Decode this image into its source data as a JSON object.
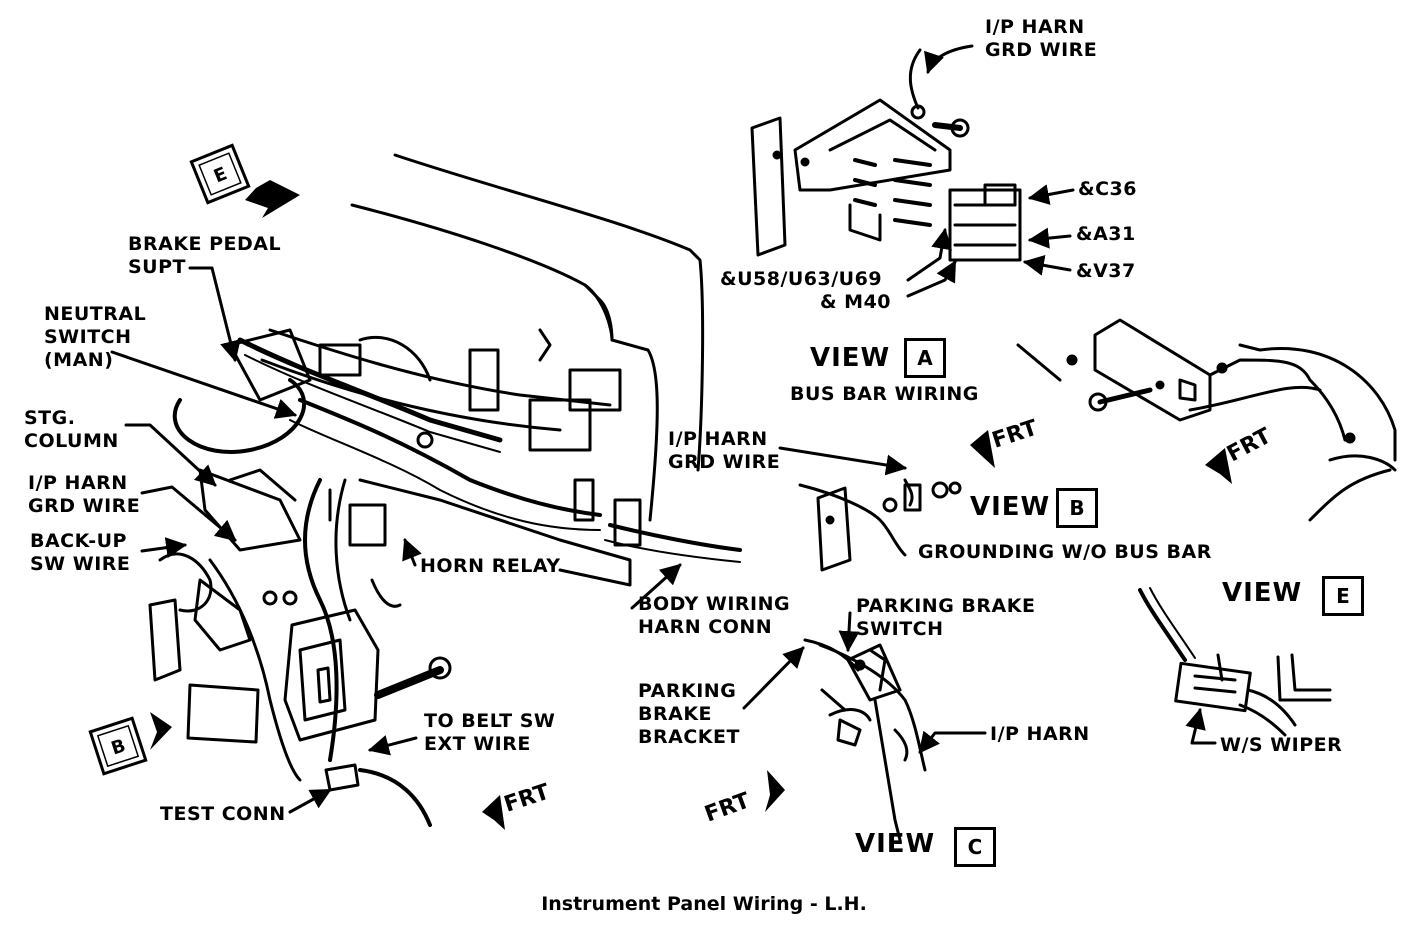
{
  "caption": "Instrument Panel Wiring - L.H.",
  "views": {
    "a": {
      "label": "VIEW",
      "letter": "A",
      "subtitle": "BUS BAR WIRING"
    },
    "b": {
      "label": "VIEW",
      "letter": "B",
      "subtitle": "GROUNDING W/O BUS BAR"
    },
    "c": {
      "label": "VIEW",
      "letter": "C"
    },
    "e": {
      "label": "VIEW",
      "letter": "E"
    }
  },
  "callout_markers": {
    "e": "E",
    "b": "B"
  },
  "frt": "FRT",
  "labels": {
    "ip_harn_grd_top": [
      "I/P HARN",
      "GRD WIRE"
    ],
    "c36": "&C36",
    "a31": "&A31",
    "v37": "&V37",
    "u58": [
      "&U58/U63/U69",
      "& M40"
    ],
    "brake_pedal": [
      "BRAKE PEDAL",
      "SUPT"
    ],
    "neutral_switch": [
      "NEUTRAL",
      "SWITCH",
      "(MAN)"
    ],
    "stg_column": [
      "STG.",
      "COLUMN"
    ],
    "ip_harn_grd_left": [
      "I/P HARN",
      "GRD WIRE"
    ],
    "backup_sw": [
      "BACK-UP",
      "SW WIRE"
    ],
    "horn_relay": "HORN RELAY",
    "ip_harn_grd_mid": [
      "I/P HARN",
      "GRD WIRE"
    ],
    "body_wiring": [
      "BODY WIRING",
      "HARN CONN"
    ],
    "parking_brake_switch": [
      "PARKING BRAKE",
      "SWITCH"
    ],
    "parking_brake_bracket": [
      "PARKING",
      "BRAKE",
      "BRACKET"
    ],
    "ip_harn_c": "I/P HARN",
    "ws_wiper": "W/S WIPER",
    "to_belt": [
      "TO BELT SW",
      "EXT WIRE"
    ],
    "test_conn": "TEST CONN"
  },
  "icons": [
    "arrow-icon",
    "frt-arrow-icon"
  ]
}
